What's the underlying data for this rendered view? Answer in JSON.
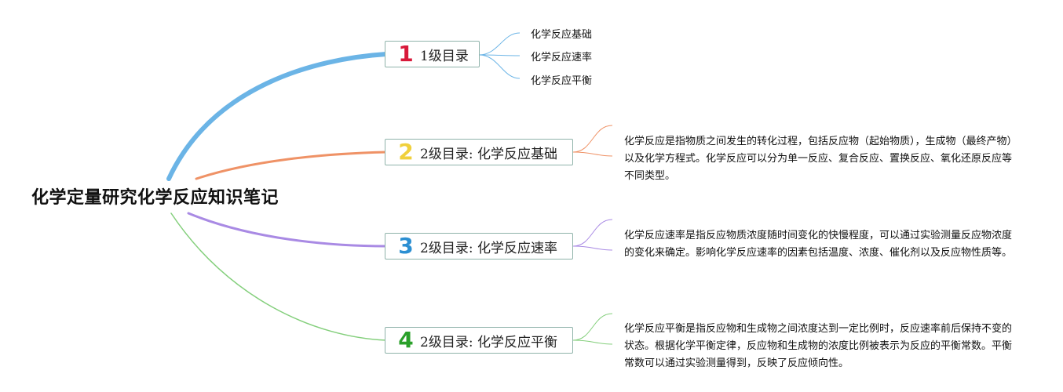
{
  "root": {
    "title": "化学定量研究化学反应知识笔记"
  },
  "colors": {
    "branch1": "#6bb4e6",
    "branch2": "#ef9266",
    "branch3": "#a98ae4",
    "branch4": "#84cf7c",
    "num1": "#d8193a",
    "num2": "#f0d03c",
    "num3": "#2c8fd2",
    "num4": "#2aa02a"
  },
  "branches": [
    {
      "number": "1",
      "label": "1级目录",
      "children": [
        "化学反应基础",
        "化学反应速率",
        "化学反应平衡"
      ]
    },
    {
      "number": "2",
      "label": "2级目录: 化学反应基础",
      "description": "化学反应是指物质之间发生的转化过程，包括反应物（起始物质），生成物（最终产物）以及化学方程式。化学反应可以分为单一反应、复合反应、置换反应、氧化还原反应等不同类型。"
    },
    {
      "number": "3",
      "label": "2级目录: 化学反应速率",
      "description": "化学反应速率是指反应物质浓度随时间变化的快慢程度，可以通过实验测量反应物浓度的变化来确定。影响化学反应速率的因素包括温度、浓度、催化剂以及反应物性质等。"
    },
    {
      "number": "4",
      "label": "2级目录: 化学反应平衡",
      "description": "化学反应平衡是指反应物和生成物之间浓度达到一定比例时，反应速率前后保持不变的状态。根据化学平衡定律，反应物和生成物的浓度比例被表示为反应的平衡常数。平衡常数可以通过实验测量得到，反映了反应倾向性。"
    }
  ]
}
